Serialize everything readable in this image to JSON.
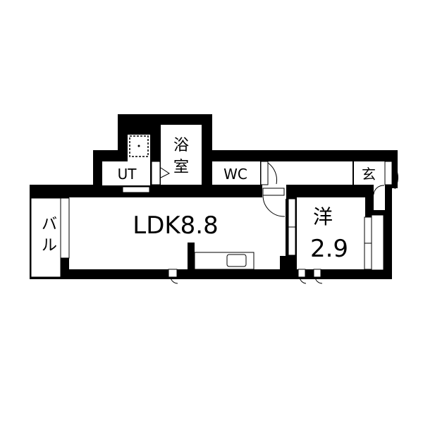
{
  "floor_plan": {
    "rooms": {
      "ldk": {
        "label": "LDK8.8"
      },
      "western": {
        "label": "洋",
        "size": "2.9"
      },
      "bath": {
        "label_top": "浴",
        "label_bottom": "室"
      },
      "utility": {
        "label": "UT"
      },
      "toilet": {
        "label": "WC"
      },
      "entrance": {
        "label": "玄"
      },
      "balcony": {
        "label_top": "バ",
        "label_bottom": "ル"
      }
    },
    "colors": {
      "wall": "#000000",
      "floor": "#ffffff"
    }
  }
}
